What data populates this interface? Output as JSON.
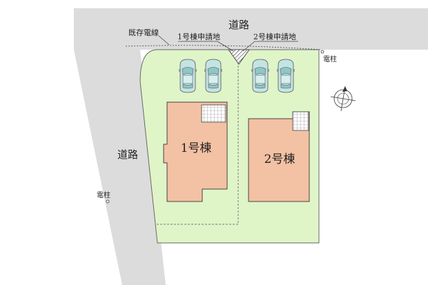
{
  "labels": {
    "road_top": "道路",
    "road_left": "道路",
    "existing_power_line": "既存電線",
    "lot1_application": "1号棟申請地",
    "lot2_application": "2号棟申請地",
    "utility_pole_right": "電柱",
    "utility_pole_left": "電柱",
    "building1": "1号棟",
    "building2": "2号棟"
  },
  "colors": {
    "road": "#dcdcdc",
    "lot": "#dff5c8",
    "building": "#f3c1a3",
    "grid_patch": "#ffffff",
    "car": "#b9dede"
  }
}
